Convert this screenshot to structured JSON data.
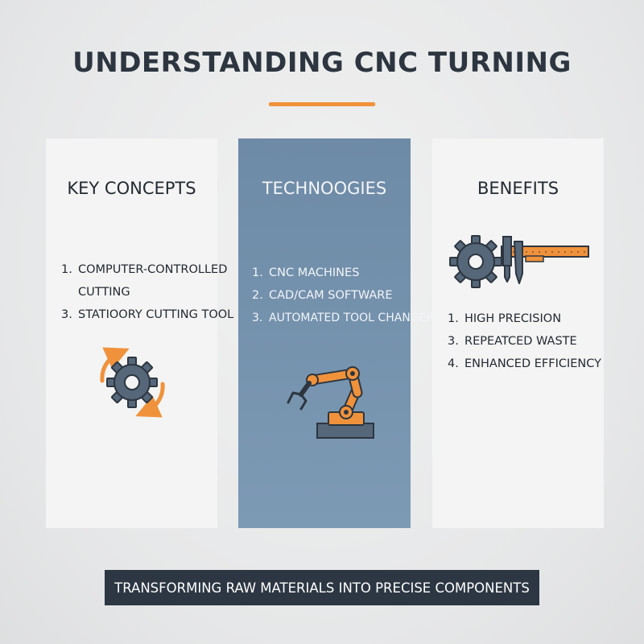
{
  "title": "UNDERSTANDING CNC TURNING",
  "colors": {
    "accent": "#f0923b",
    "dark": "#2d3640",
    "mid_panel": "#7391ad",
    "icon_slate": "#56677a"
  },
  "panels": [
    {
      "heading": "KEY CONCEPTS",
      "items": [
        {
          "num": "1.",
          "text": "COMPUTER-CONTROLLED",
          "cont": "CUTTING"
        },
        {
          "num": "3.",
          "text": "STATIOORY CUTTING TOOL"
        }
      ],
      "icon": "gear-with-rotation-arrows-icon"
    },
    {
      "heading": "TECHNOOGIES",
      "items": [
        {
          "num": "1.",
          "text": "CNC MACHINES"
        },
        {
          "num": "2.",
          "text": "CAD/CAM SOFTWARE"
        },
        {
          "num": "3.",
          "text": "AUTOMATED TOOL CHANGERS"
        }
      ],
      "icon": "robotic-arm-icon"
    },
    {
      "heading": "BENEFITS",
      "items": [
        {
          "num": "1.",
          "text": "HIGH PRECISION"
        },
        {
          "num": "3.",
          "text": "REPEATCED WASTE"
        },
        {
          "num": "4.",
          "text": "ENHANCED EFFICIENCY"
        }
      ],
      "icon": "gear-and-caliper-icon"
    }
  ],
  "footer": "TRANSFORMING RAW MATERIALS INTO PRECISE COMPONENTS"
}
